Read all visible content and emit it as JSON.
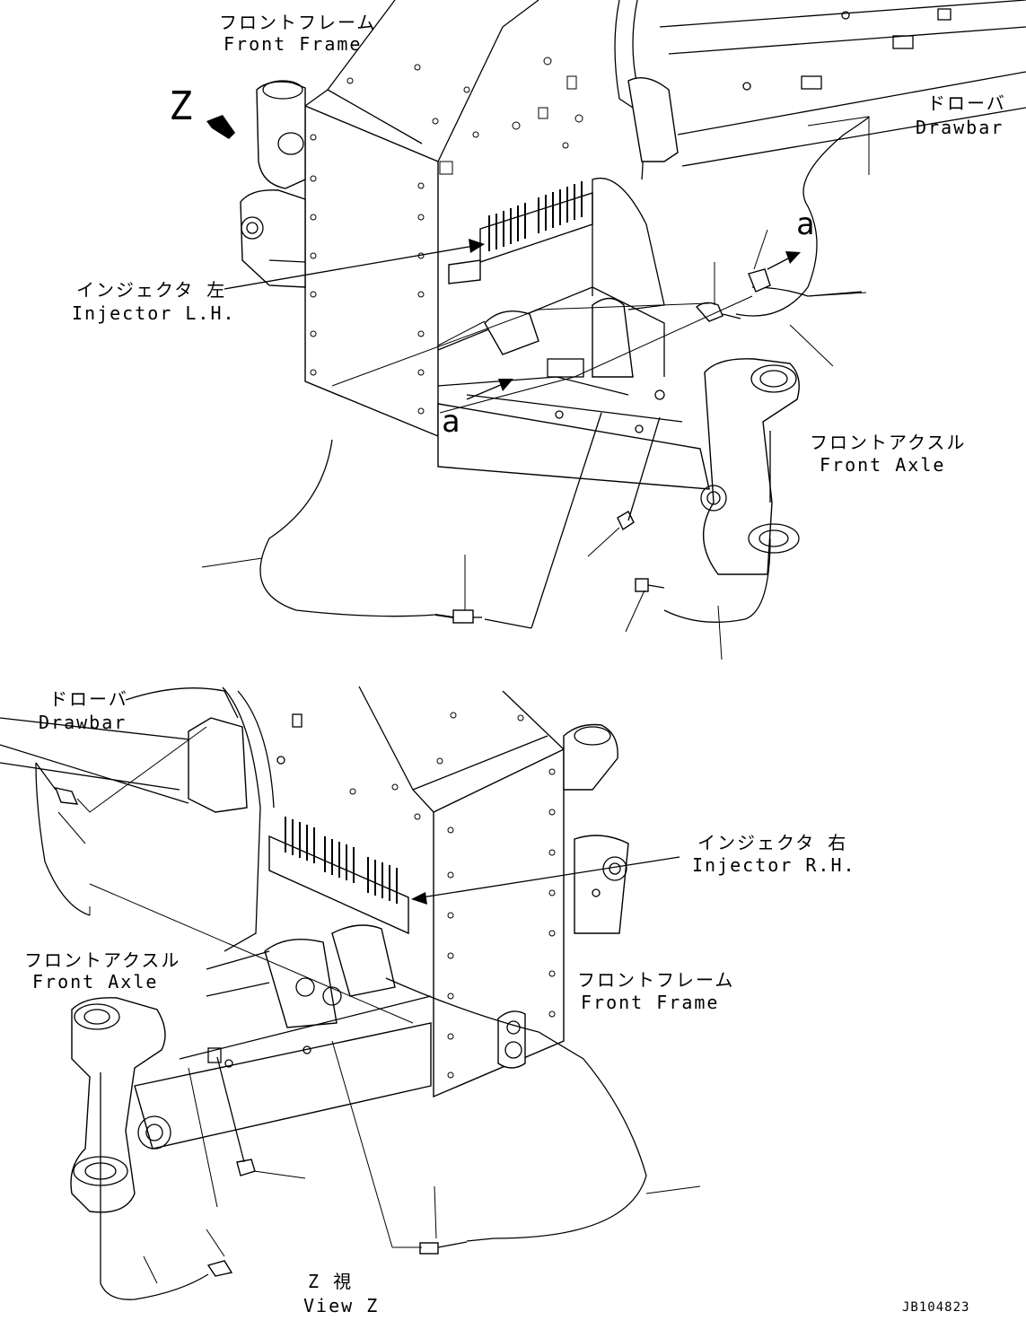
{
  "labels": {
    "front_frame_top_jp": "フロントフレーム",
    "front_frame_top_en": "Front Frame",
    "view_marker_z": "Z",
    "drawbar_top_jp": "ドローバ",
    "drawbar_top_en": "Drawbar",
    "marker_a_upper": "a",
    "marker_a_lower": "a",
    "injector_lh_jp": "インジェクタ 左",
    "injector_lh_en": "Injector L.H.",
    "front_axle_top_jp": "フロントアクスル",
    "front_axle_top_en": "Front Axle",
    "drawbar_bottom_jp": "ドローバ",
    "drawbar_bottom_en": "Drawbar",
    "injector_rh_jp": "インジェクタ 右",
    "injector_rh_en": "Injector R.H.",
    "front_axle_bottom_jp": "フロントアクスル",
    "front_axle_bottom_en": "Front Axle",
    "front_frame_bottom_jp": "フロントフレーム",
    "front_frame_bottom_en": "Front Frame",
    "view_z_jp": "Z 視",
    "view_z_en": "View Z",
    "drawing_code": "JB104823"
  }
}
